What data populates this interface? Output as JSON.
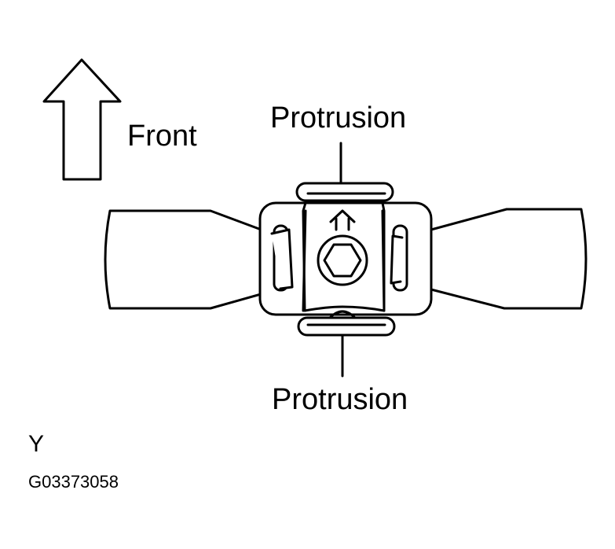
{
  "labels": {
    "direction": "Front",
    "top_callout": "Protrusion",
    "bottom_callout": "Protrusion",
    "view": "Y",
    "figure_code": "G03373058"
  },
  "icons": {
    "direction_arrow": "up-arrow-icon",
    "buckle_arrow": "up-arrow-icon",
    "bolt": "hex-bolt-icon"
  },
  "colors": {
    "line": "#000000",
    "background": "#ffffff"
  }
}
